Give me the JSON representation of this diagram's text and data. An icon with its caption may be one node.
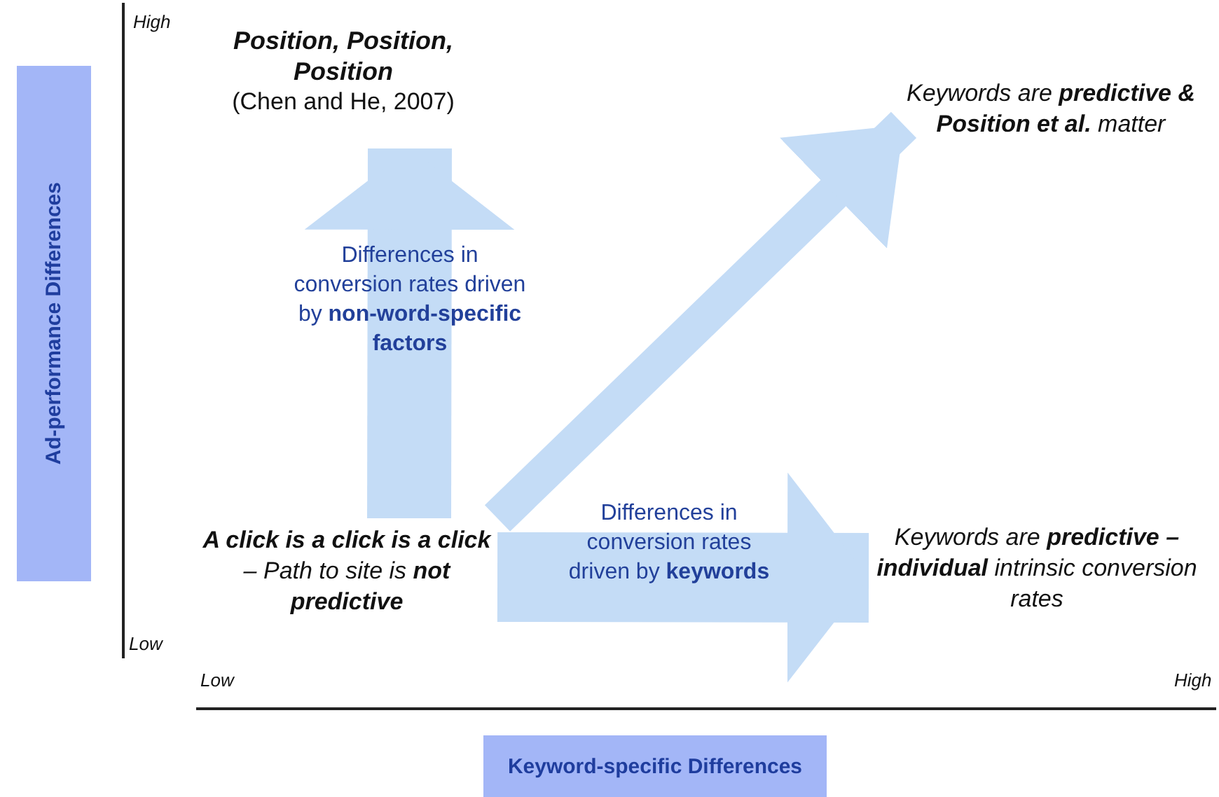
{
  "diagram": {
    "nodes": [
      {
        "text": [
          "**A click is a click is a click** – Path to site is **not predictive**"
        ]
      },
      {
        "text": [
          "Position, Position, Position",
          "(Chen and He, 2007)"
        ]
      },
      {
        "text": [
          "Keywords are **predictive & Position et al.** matter"
        ]
      },
      {
        "text": [
          "Keywords are **predictive – individual** intrinsic conversion rates"
        ]
      },
      {
        "text": [
          "Ad-performance Differences"
        ]
      },
      {
        "text": [
          "Keyword-specific Differences"
        ]
      }
    ],
    "edges": [
      {
        "from": 0,
        "to": 1,
        "arrow": "to",
        "label": "Differences in conversion rates driven by **non-word-specific factors**"
      },
      {
        "from": 0,
        "to": 3,
        "arrow": "to",
        "label": "Differences in conversion rates driven by **keywords**"
      },
      {
        "from": 0,
        "to": 2,
        "arrow": "to"
      }
    ],
    "labels": [
      "High",
      "Low",
      "Low",
      "High"
    ]
  }
}
